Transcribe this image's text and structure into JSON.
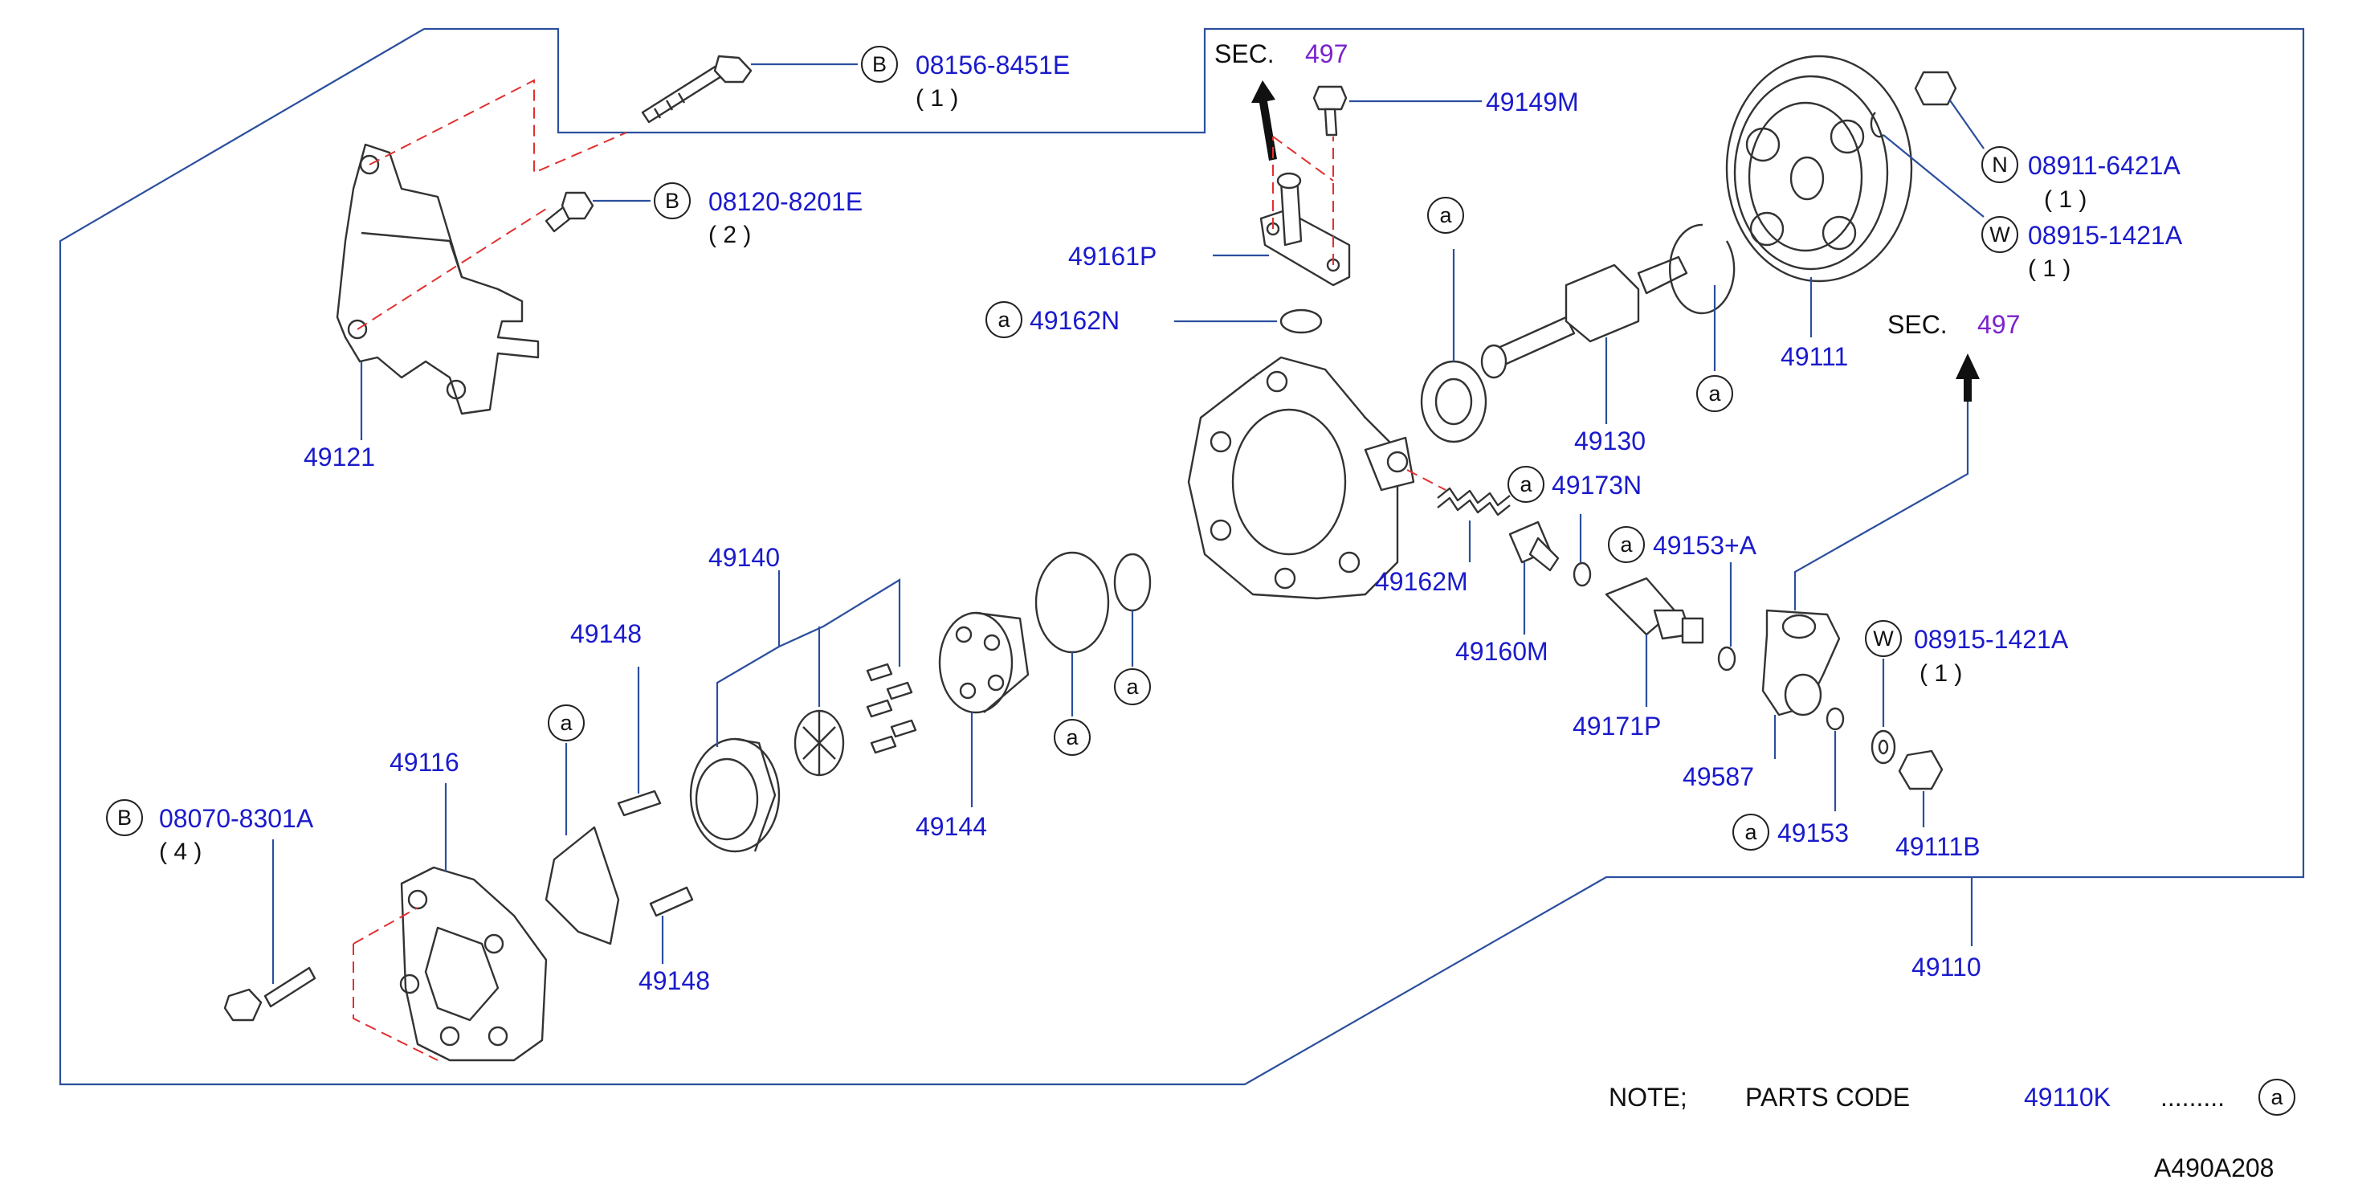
{
  "labels": {
    "p49121": "49121",
    "p08156": "08156-8451E",
    "q08156": "( 1 )",
    "p08120": "08120-8201E",
    "q08120": "( 2 )",
    "sec_top": "SEC.",
    "sec_top_num": "497",
    "p49149M": "49149M",
    "p49161P": "49161P",
    "p49162N": "49162N",
    "p49130": "49130",
    "p49111": "49111",
    "p08911": "08911-6421A",
    "q08911": "( 1 )",
    "p08915a": "08915-1421A",
    "q08915a": "( 1 )",
    "sec_right": "SEC.",
    "sec_right_num": "497",
    "p49173N": "49173N",
    "p49162M": "49162M",
    "p49153A": "49153+A",
    "p49160M": "49160M",
    "p08915b": "08915-1421A",
    "q08915b": "( 1 )",
    "p49171P": "49171P",
    "p49587": "49587",
    "p49153": "49153",
    "p49111B": "49111B",
    "p49110": "49110",
    "p49140": "49140",
    "p49148a": "49148",
    "p49148b": "49148",
    "p49116": "49116",
    "p49144": "49144",
    "p08070": "08070-8301A",
    "q08070": "( 4 )"
  },
  "callouts": {
    "B": "B",
    "N": "N",
    "W": "W",
    "a": "a"
  },
  "note": {
    "prefix": "NOTE;",
    "parts_code": "PARTS  CODE",
    "code": "49110K",
    "dots": ".........",
    "mark": "a"
  },
  "diagram_id": "A490A208"
}
